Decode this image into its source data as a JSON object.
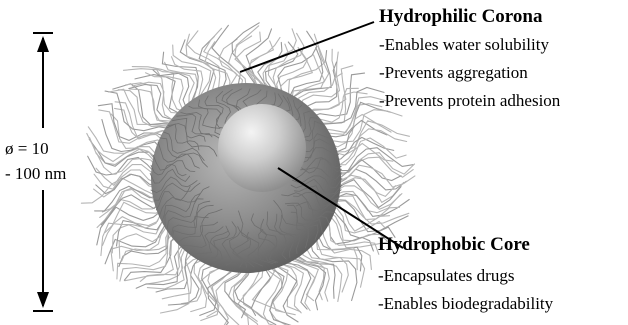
{
  "size": {
    "line1": "ø = 10",
    "line2": "- 100 nm"
  },
  "corona": {
    "title": "Hydrophilic Corona",
    "items": [
      "-Enables water solubility",
      "-Prevents aggregation",
      "-Prevents protein adhesion"
    ]
  },
  "core": {
    "title": "Hydrophobic Core",
    "items": [
      "-Encapsulates drugs",
      "-Enables biodegradability"
    ]
  }
}
